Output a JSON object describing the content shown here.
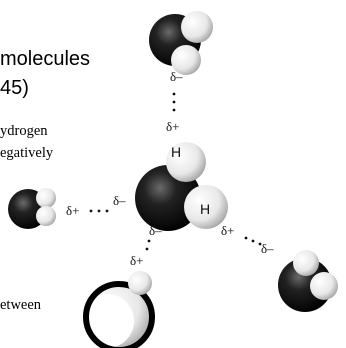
{
  "text": {
    "title_line1": "molecules",
    "title_line2": "45)",
    "body_line1": "ydrogen",
    "body_line2": "egatively",
    "body_line3": "etween"
  },
  "labels": {
    "delta_minus": "δ–",
    "delta_plus": "δ+",
    "hydrogen": "H"
  },
  "colors": {
    "oxygen": "#111111",
    "hydrogen": "#f2f2f2",
    "background": "#ffffff"
  }
}
